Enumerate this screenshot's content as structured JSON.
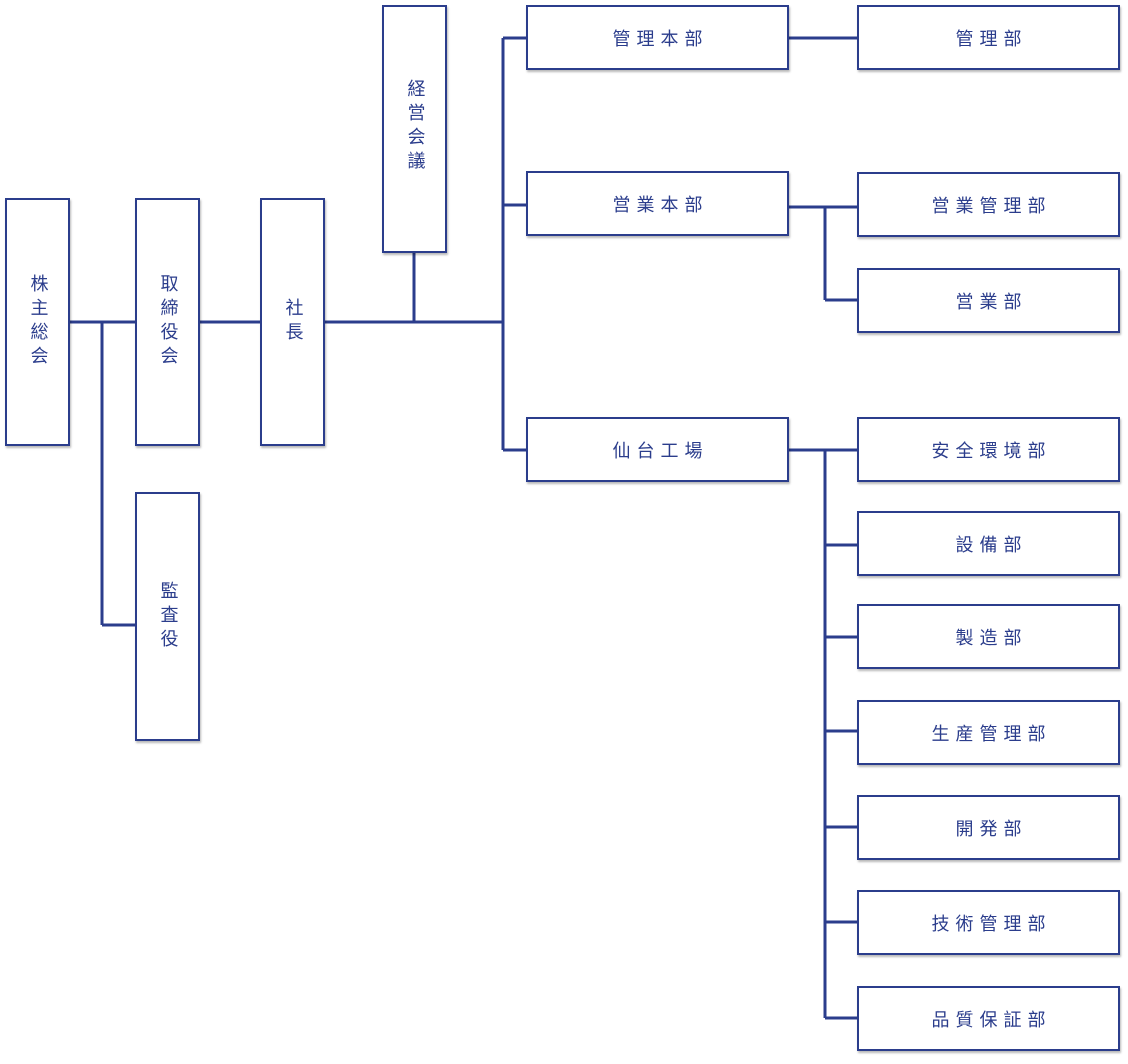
{
  "org_chart": {
    "shareholders": "株主総会",
    "board": "取締役会",
    "president": "社長",
    "auditor": "監査役",
    "management_meeting": "経営会議",
    "divisions": {
      "admin_hq": "管理本部",
      "sales_hq": "営業本部",
      "sendai_factory": "仙台工場"
    },
    "departments": {
      "admin": "管理部",
      "sales_admin": "営業管理部",
      "sales": "営業部",
      "safety_env": "安全環境部",
      "equipment": "設備部",
      "manufacturing": "製造部",
      "production_mgmt": "生産管理部",
      "development": "開発部",
      "tech_mgmt": "技術管理部",
      "quality_assurance": "品質保証部"
    }
  },
  "colors": {
    "line": "#2b3d8c",
    "text": "#2b3d8c",
    "box_fill": "#ffffff"
  }
}
